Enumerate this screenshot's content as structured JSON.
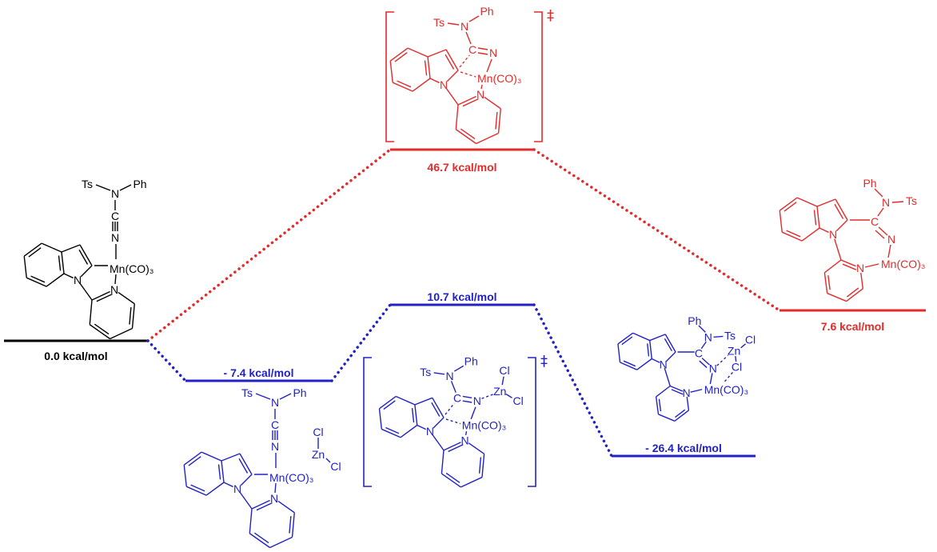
{
  "title": "Energy profile of nitrile insertion into Mn–C bond with and without ZnCl2",
  "colors": {
    "reference": "#000000",
    "uncatalyzed": "#e42a2a",
    "zn_assisted": "#2222c4"
  },
  "levels": [
    {
      "id": "start",
      "energy": 0.0,
      "label": "0.0 kcal/mol",
      "pathway": "reference"
    },
    {
      "id": "zn-complex",
      "energy": -7.4,
      "label": "- 7.4 kcal/mol",
      "pathway": "zn_assisted"
    },
    {
      "id": "zn-ts",
      "energy": 10.7,
      "label": "10.7 kcal/mol",
      "pathway": "zn_assisted"
    },
    {
      "id": "zn-product",
      "energy": -26.4,
      "label": "- 26.4 kcal/mol",
      "pathway": "zn_assisted"
    },
    {
      "id": "ts",
      "energy": 46.7,
      "label": "46.7 kcal/mol",
      "pathway": "uncatalyzed"
    },
    {
      "id": "product",
      "energy": 7.6,
      "label": "7.6 kcal/mol",
      "pathway": "uncatalyzed"
    }
  ],
  "transition_state_symbol": "‡",
  "molecules": [
    {
      "id": "start",
      "labels": {
        "ts": "Ts",
        "ph": "Ph",
        "n_amine": "N",
        "c": "C",
        "n_nitrile": "N",
        "mn": "Mn(CO)₃",
        "n_indole": "N",
        "n_pyridine": "N"
      }
    },
    {
      "id": "zn-complex",
      "labels": {
        "ts": "Ts",
        "ph": "Ph",
        "n_amine": "N",
        "c": "C",
        "n_nitrile": "N",
        "mn": "Mn(CO)₃",
        "n_indole": "N",
        "n_pyridine": "N",
        "cl1": "Cl",
        "zn": "Zn",
        "cl2": "Cl"
      }
    },
    {
      "id": "zn-ts",
      "labels": {
        "ts": "Ts",
        "ph": "Ph",
        "n_amine": "N",
        "c": "C",
        "n_nitrile": "N",
        "mn": "Mn(CO)₃",
        "n_indole": "N",
        "n_pyridine": "N",
        "cl1": "Cl",
        "zn": "Zn",
        "cl2": "Cl"
      }
    },
    {
      "id": "zn-product",
      "labels": {
        "ts": "Ts",
        "ph": "Ph",
        "n_amine": "N",
        "c": "C",
        "n_nitrile": "N",
        "mn": "Mn(CO)₃",
        "n_indole": "N",
        "n_pyridine": "N",
        "cl1": "Cl",
        "zn": "Zn",
        "cl2": "Cl"
      }
    },
    {
      "id": "ts",
      "labels": {
        "ts": "Ts",
        "ph": "Ph",
        "n_amine": "N",
        "c": "C",
        "n_nitrile": "N",
        "mn": "Mn(CO)₃",
        "n_indole": "N",
        "n_pyridine": "N"
      }
    },
    {
      "id": "product",
      "labels": {
        "ts": "Ts",
        "ph": "Ph",
        "n_amine": "N",
        "c": "C",
        "n_nitrile": "N",
        "mn": "Mn(CO)₃",
        "n_indole": "N",
        "n_pyridine": "N"
      }
    }
  ]
}
